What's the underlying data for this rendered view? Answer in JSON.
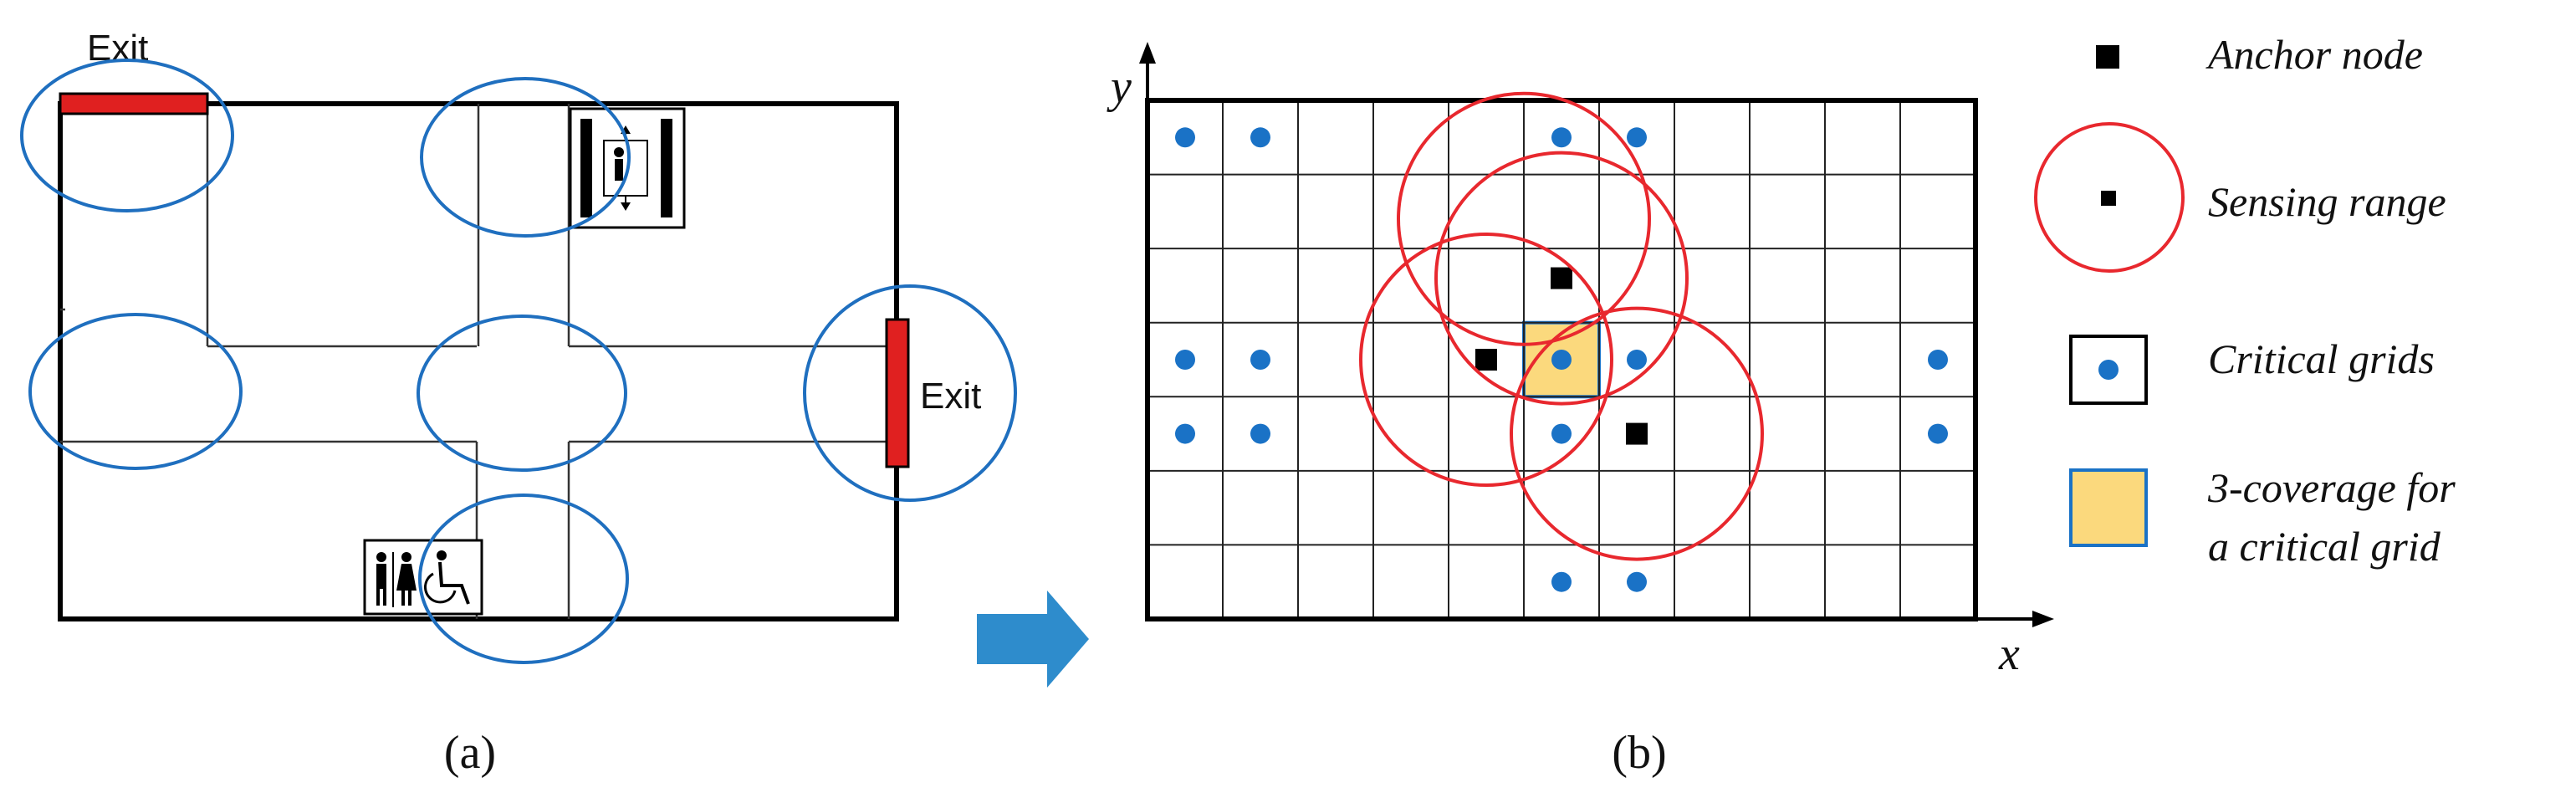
{
  "panel_a": {
    "caption": "(a)",
    "exit_top_label": "Exit",
    "exit_right_label": "Exit",
    "exit_color": "#e02020",
    "zone_color": "#1f6fbf",
    "icons": [
      "elevator-icon",
      "restroom-icon",
      "wheelchair-icon"
    ]
  },
  "panel_b": {
    "caption": "(b)",
    "axis_x_label": "x",
    "axis_y_label": "y",
    "grid_columns": 11,
    "grid_rows": 7,
    "critical_grid_color": "#1a72c6",
    "sensing_range_color": "#e8282e",
    "coverage_fill": "#fbd97d",
    "critical_grids": [
      [
        0,
        0
      ],
      [
        1,
        0
      ],
      [
        5,
        0
      ],
      [
        6,
        0
      ],
      [
        0,
        3
      ],
      [
        1,
        3
      ],
      [
        5,
        3
      ],
      [
        6,
        3
      ],
      [
        10,
        3
      ],
      [
        0,
        4
      ],
      [
        1,
        4
      ],
      [
        5,
        4
      ],
      [
        6,
        4
      ],
      [
        10,
        4
      ],
      [
        5,
        6
      ],
      [
        6,
        6
      ]
    ],
    "anchor_nodes": [
      [
        5,
        2
      ],
      [
        4,
        3
      ],
      [
        6,
        4
      ]
    ],
    "coverage_cell": [
      5,
      3
    ]
  },
  "arrow_color": "#2e8ccc",
  "legend": {
    "items": [
      {
        "label": "Anchor node"
      },
      {
        "label": "Sensing range"
      },
      {
        "label": "Critical grids"
      },
      {
        "label_line1": "3-coverage for",
        "label_line2": "a critical grid"
      }
    ]
  }
}
